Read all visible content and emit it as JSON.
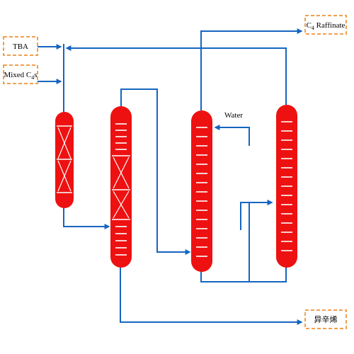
{
  "colors": {
    "vessel": "#ee1111",
    "pipe": "#1565c0",
    "box_border": "#f0a050",
    "tray": "#ffffff",
    "text": "#000000"
  },
  "labels": {
    "tba": "TBA",
    "mixed_c4_prefix": "Mixed C",
    "mixed_c4_sub": "4",
    "mixed_c4_suffix": "s",
    "c4_raffinate_prefix": "C",
    "c4_raffinate_sub": "4",
    "c4_raffinate_suffix": " Raffinate",
    "water": "Water",
    "product": "异辛烯"
  }
}
